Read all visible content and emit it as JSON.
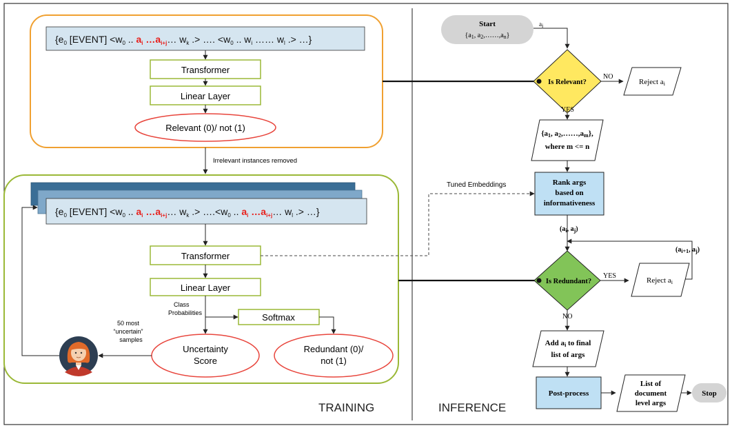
{
  "labels": {
    "transformer": "Transformer",
    "linear_layer": "Linear Layer",
    "softmax": "Softmax",
    "relevant_output": "Relevant (0)/ not (1)",
    "irrelevant_removed": "Irrelevant instances removed",
    "class_probs_1": "Class",
    "class_probs_2": "Probabilities",
    "uncertainty_1": "Uncertainty",
    "uncertainty_2": "Score",
    "redundant_1": "Redundant (0)/",
    "redundant_2": "not (1)",
    "samples_1": "50 most",
    "samples_2": "“uncertain”",
    "samples_3": "samples",
    "training": "TRAINING",
    "inference": "INFERENCE",
    "start": "Start",
    "is_relevant": "Is Relevant?",
    "no": "NO",
    "yes": "YES",
    "reject": "Reject a",
    "where": "where m <= n",
    "tuned_embeddings": "Tuned Embeddings",
    "rank_1": "Rank args",
    "rank_2": "based on",
    "rank_3": "informativeness",
    "is_redundant": "Is Redundant?",
    "add_1": "Add a",
    "add_1b": " to final",
    "add_2": "list of args",
    "post_process": "Post-process",
    "list_1": "List of",
    "list_2": "document",
    "list_3": "level args",
    "stop": "Stop"
  },
  "colors": {
    "orange_border": "#f0a030",
    "green_border": "#9ab836",
    "light_blue": "#d5e5f0",
    "mid_blue": "#7fa8c9",
    "dark_blue": "#3a6e96",
    "yellow_diamond": "#ffe860",
    "green_diamond": "#82c458",
    "red_ellipse": "#e8453c",
    "blue_process": "#bfe0f4",
    "grey_terminal": "#d4d4d4",
    "highlight_red": "#e8201c"
  },
  "icons": [
    "person-avatar-icon"
  ]
}
